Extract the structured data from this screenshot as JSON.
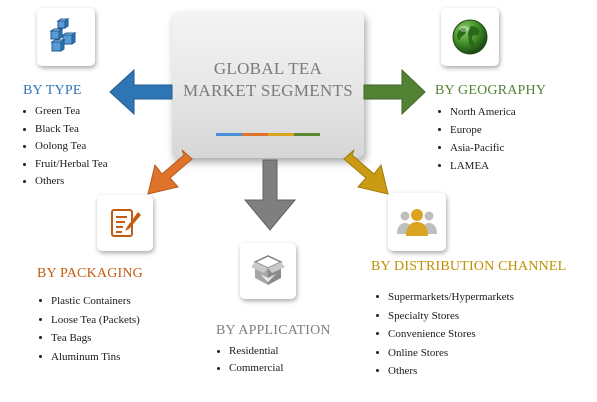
{
  "center": {
    "title_line1": "GLOBAL TEA",
    "title_line2": "MARKET SEGMENTS",
    "stripe_colors": [
      "#4a90d9",
      "#e0732a",
      "#d9a520",
      "#5a8a32"
    ]
  },
  "segments": {
    "type": {
      "heading": "BY TYPE",
      "color": "#2e75b6",
      "icon": "cubes-icon",
      "items": [
        "Green Tea",
        "Black Tea",
        "Oolong Tea",
        "Fruit/Herbal Tea",
        "Others"
      ]
    },
    "geography": {
      "heading": "BY GEOGRAPHY",
      "color": "#548235",
      "icon": "globe-icon",
      "items": [
        "North America",
        "Europe",
        "Asia-Pacific",
        "LAMEA"
      ]
    },
    "packaging": {
      "heading": "BY PACKAGING",
      "color": "#c55a11",
      "icon": "document-pen-icon",
      "items": [
        "Plastic Containers",
        "Loose Tea (Packets)",
        "Tea Bags",
        "Aluminum Tins"
      ]
    },
    "application": {
      "heading": "BY APPLICATION",
      "color": "#7f7f7f",
      "icon": "box-icon",
      "items": [
        "Residential",
        "Commercial"
      ]
    },
    "distribution": {
      "heading": "BY DISTRIBUTION CHANNEL",
      "color": "#bf8f00",
      "icon": "people-icon",
      "items": [
        "Supermarkets/Hypermarkets",
        "Specialty Stores",
        "Convenience Stores",
        "Online Stores",
        "Others"
      ]
    }
  }
}
